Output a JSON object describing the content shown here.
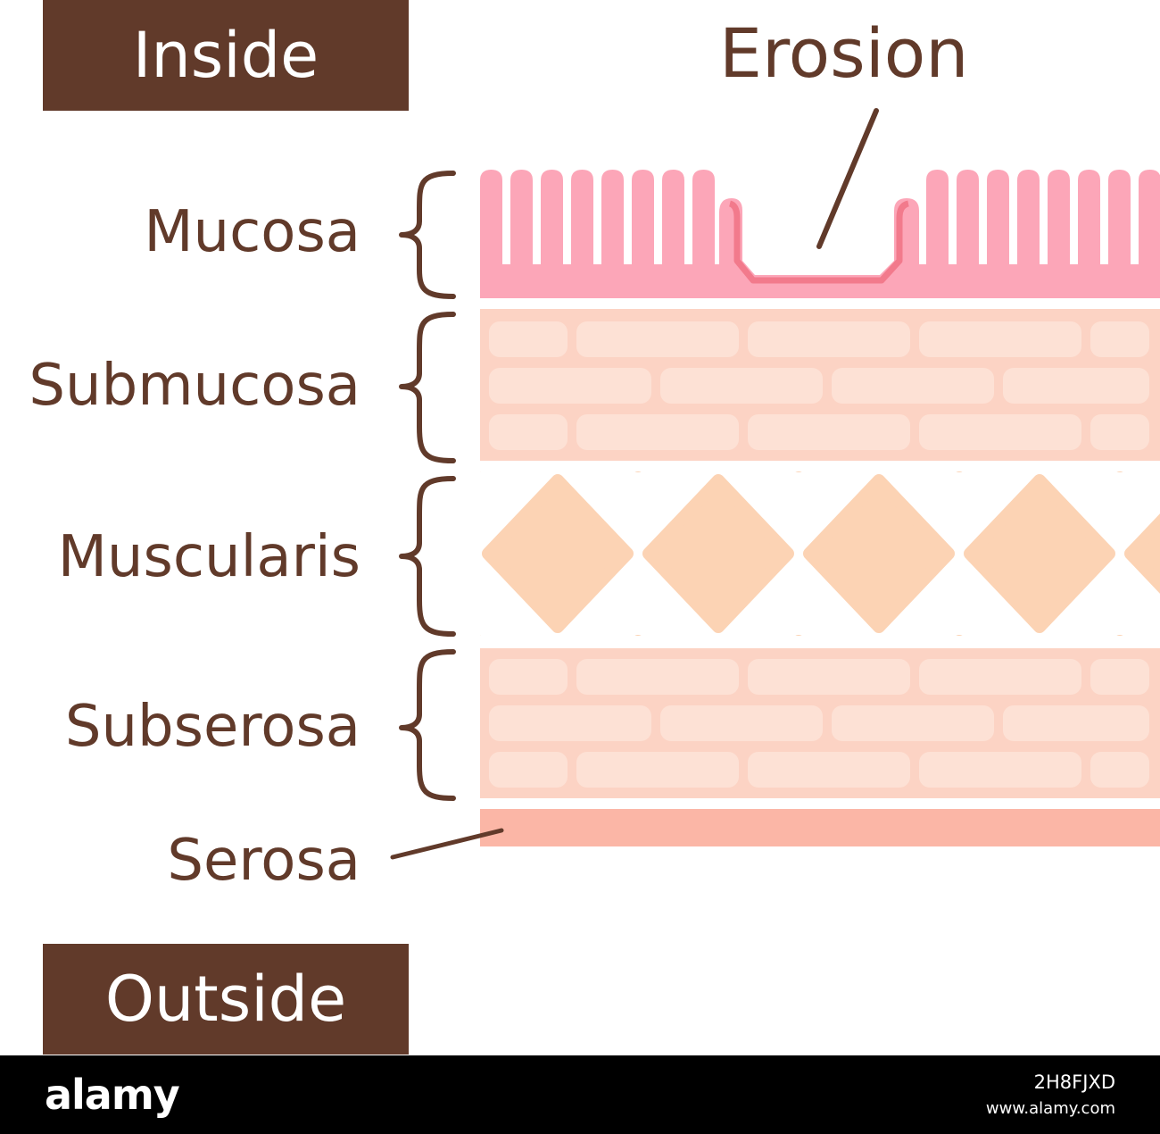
{
  "labels": {
    "inside": "Inside",
    "outside": "Outside",
    "erosion": "Erosion",
    "mucosa": "Mucosa",
    "submucosa": "Submucosa",
    "muscularis": "Muscularis",
    "subserosa": "Subserosa",
    "serosa": "Serosa"
  },
  "footer": {
    "logo": "alamy",
    "image_id": "2H8FJXD",
    "site": "www.alamy.com"
  },
  "colors": {
    "brown": "#613a2a",
    "mucosa": "#fca6b8",
    "erosion_edge": "#f27a8c",
    "submucosa_bg": "#fcd3c4",
    "submucosa_cell": "#fde1d5",
    "muscularis": "#fcd3b4",
    "serosa": "#fbb6a6",
    "footer_bg": "#000000"
  }
}
